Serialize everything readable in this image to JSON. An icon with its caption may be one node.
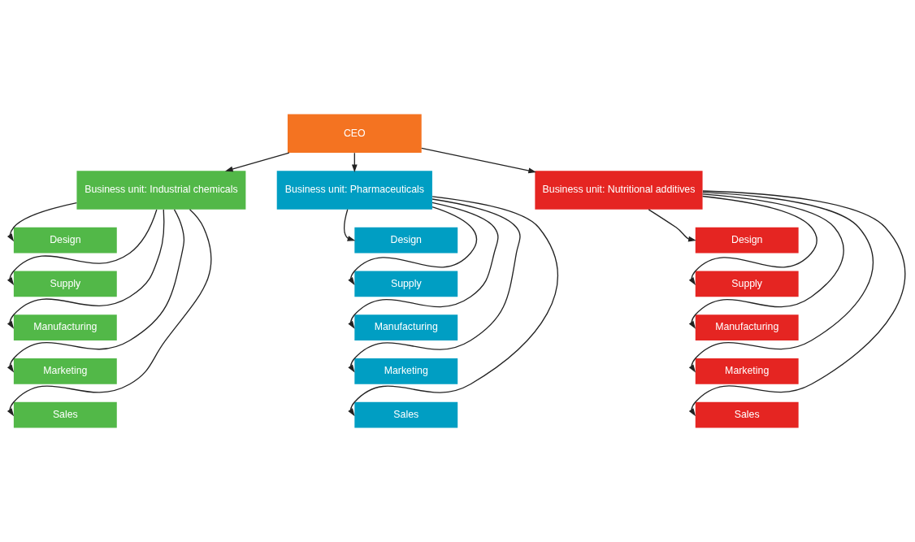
{
  "diagram": {
    "nodes": [
      {
        "text": [
          "CEO"
        ]
      },
      {
        "text": [
          "Business unit: Industrial chemicals"
        ]
      },
      {
        "text": [
          "Business unit: Pharmaceuticals"
        ]
      },
      {
        "text": [
          "Business unit: Nutritional additives"
        ]
      },
      {
        "text": [
          "Design"
        ]
      },
      {
        "text": [
          "Supply"
        ]
      },
      {
        "text": [
          "Manufacturing"
        ]
      },
      {
        "text": [
          "Marketing"
        ]
      },
      {
        "text": [
          "Sales"
        ]
      },
      {
        "text": [
          "Design"
        ]
      },
      {
        "text": [
          "Supply"
        ]
      },
      {
        "text": [
          "Manufacturing"
        ]
      },
      {
        "text": [
          "Marketing"
        ]
      },
      {
        "text": [
          "Sales"
        ]
      },
      {
        "text": [
          "Design"
        ]
      },
      {
        "text": [
          "Supply"
        ]
      },
      {
        "text": [
          "Manufacturing"
        ]
      },
      {
        "text": [
          "Marketing"
        ]
      },
      {
        "text": [
          "Sales"
        ]
      }
    ],
    "edges": [
      {
        "from": 0,
        "to": 1,
        "arrow": "to"
      },
      {
        "from": 0,
        "to": 2,
        "arrow": "to"
      },
      {
        "from": 0,
        "to": 3,
        "arrow": "to"
      },
      {
        "from": 1,
        "to": 4,
        "arrow": "to"
      },
      {
        "from": 1,
        "to": 5,
        "arrow": "to"
      },
      {
        "from": 1,
        "to": 6,
        "arrow": "to"
      },
      {
        "from": 1,
        "to": 7,
        "arrow": "to"
      },
      {
        "from": 1,
        "to": 8,
        "arrow": "to"
      },
      {
        "from": 2,
        "to": 9,
        "arrow": "to"
      },
      {
        "from": 2,
        "to": 10,
        "arrow": "to"
      },
      {
        "from": 2,
        "to": 11,
        "arrow": "to"
      },
      {
        "from": 2,
        "to": 12,
        "arrow": "to"
      },
      {
        "from": 2,
        "to": 13,
        "arrow": "to"
      },
      {
        "from": 3,
        "to": 14,
        "arrow": "to"
      },
      {
        "from": 3,
        "to": 15,
        "arrow": "to"
      },
      {
        "from": 3,
        "to": 16,
        "arrow": "to"
      },
      {
        "from": 3,
        "to": 17,
        "arrow": "to"
      },
      {
        "from": 3,
        "to": 18,
        "arrow": "to"
      }
    ]
  }
}
